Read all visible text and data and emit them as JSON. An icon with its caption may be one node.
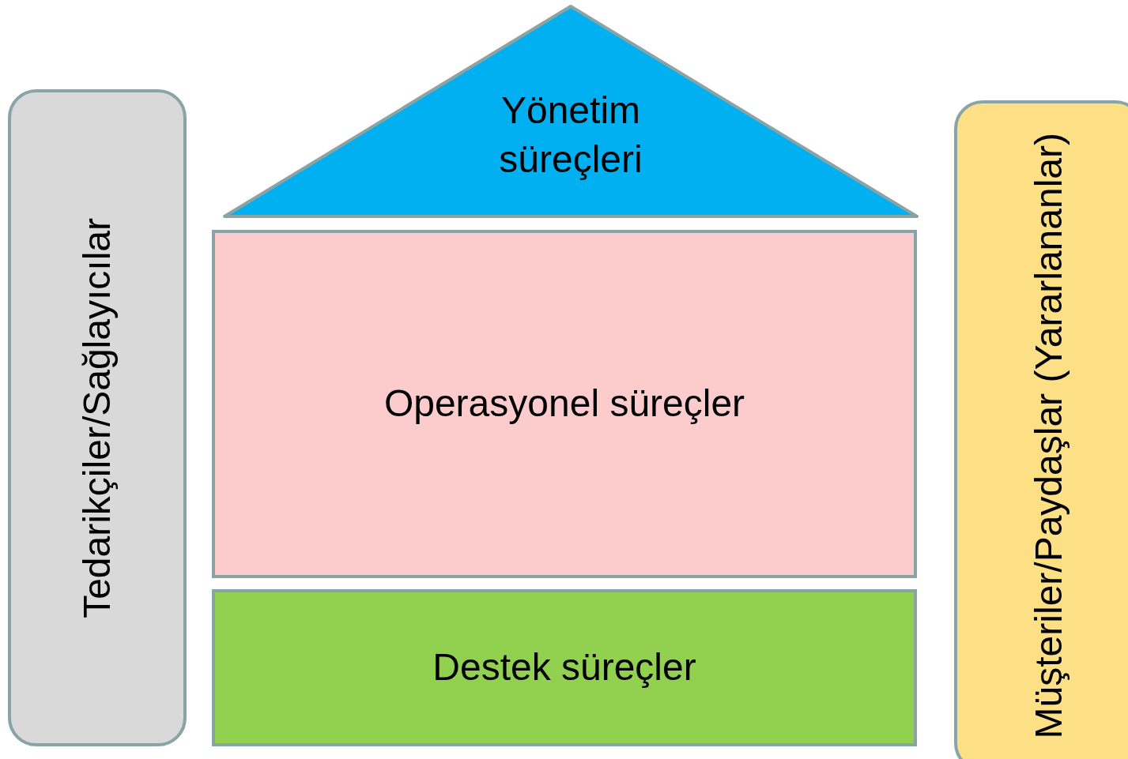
{
  "diagram": {
    "nodes": [
      {
        "text": [
          "Tedarikçiler/Sağlayıcılar"
        ]
      },
      {
        "text": [
          "Yönetim süreçleri"
        ]
      },
      {
        "text": [
          "Operasyonel süreçler"
        ]
      },
      {
        "text": [
          "Destek süreçler"
        ]
      },
      {
        "text": [
          "Müşteriler/Paydaşlar (Yararlananlar)"
        ]
      }
    ],
    "edges": []
  }
}
